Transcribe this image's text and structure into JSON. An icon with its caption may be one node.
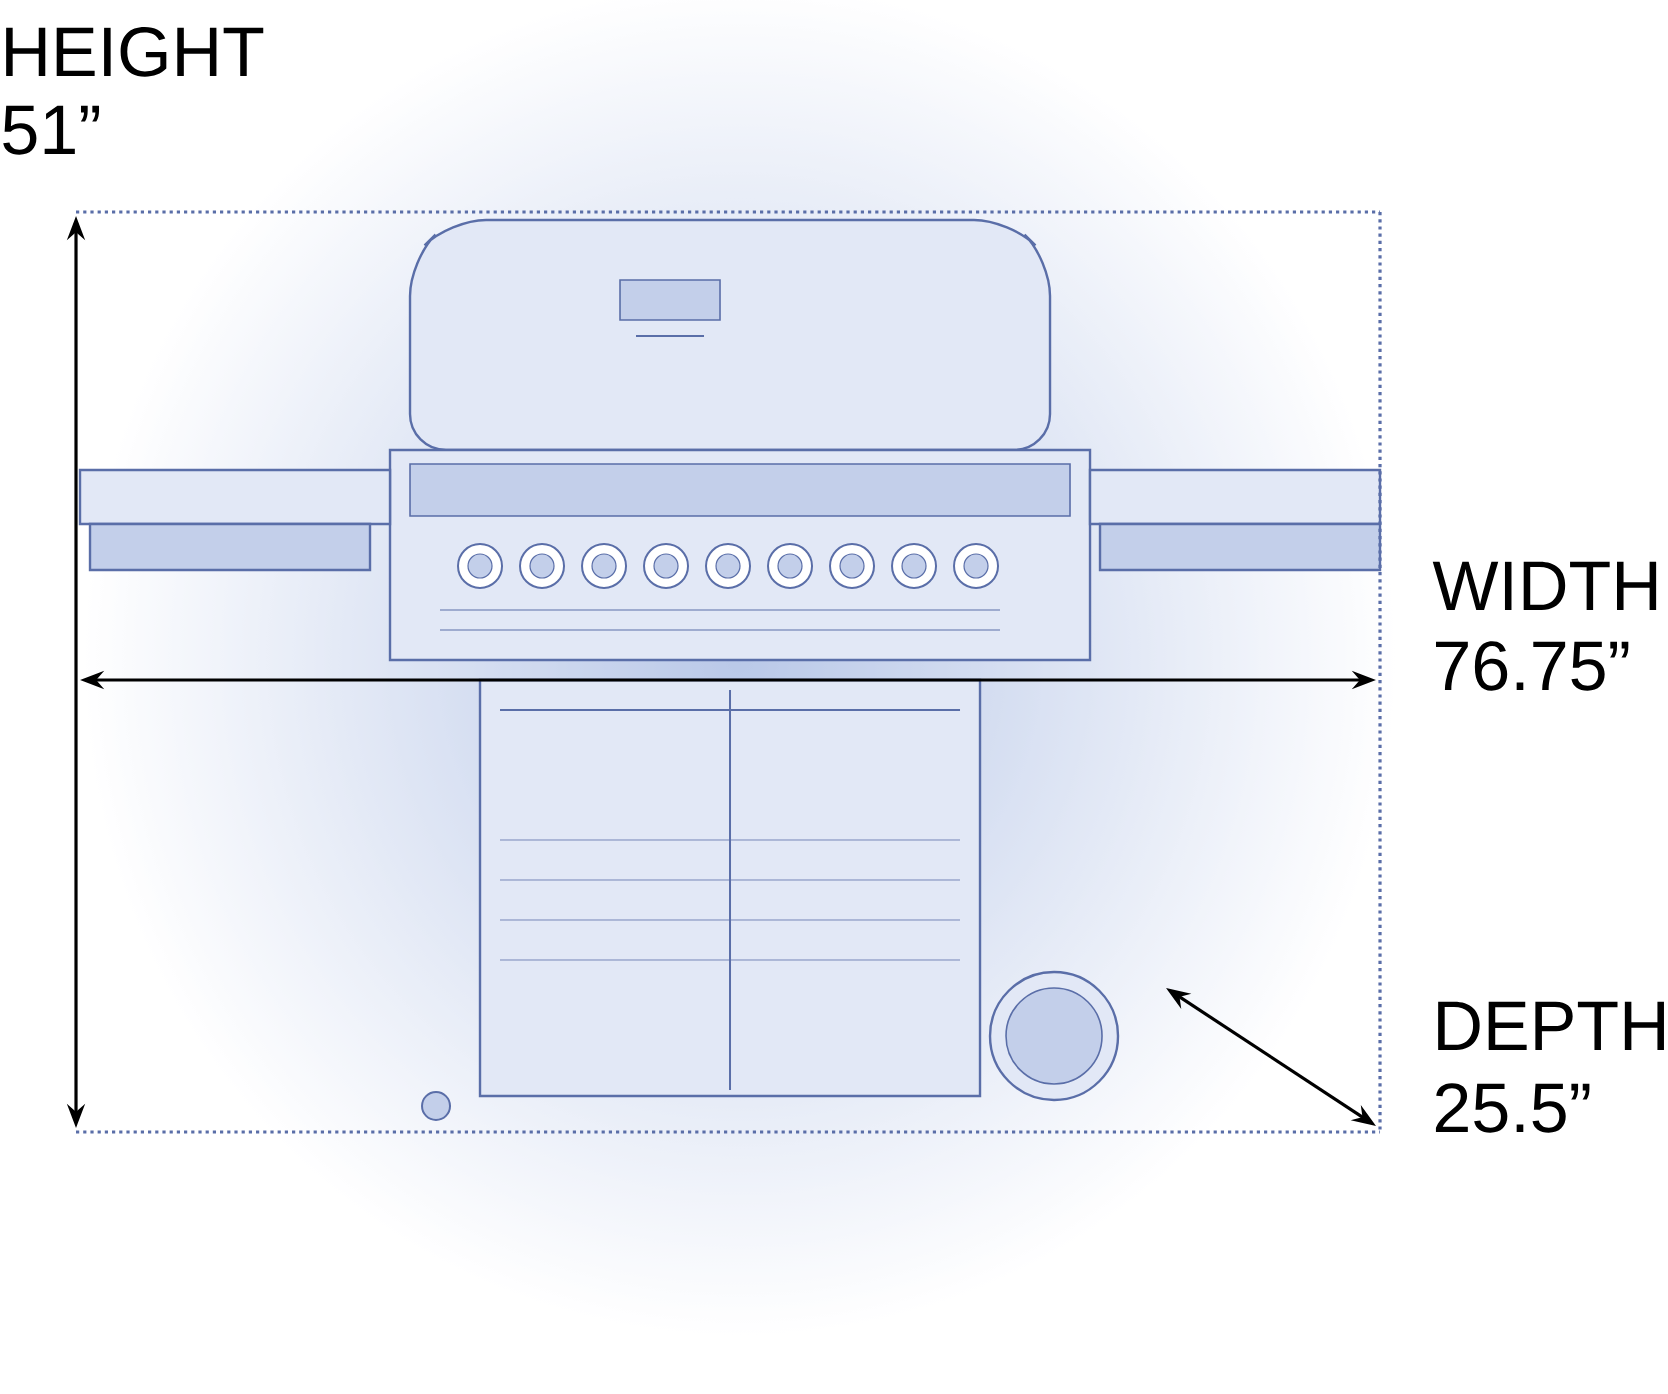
{
  "diagram": {
    "labels": [
      "HEIGHT",
      "51”",
      "WIDTH",
      "76.75”",
      "DEPTH",
      "25.5”"
    ]
  }
}
